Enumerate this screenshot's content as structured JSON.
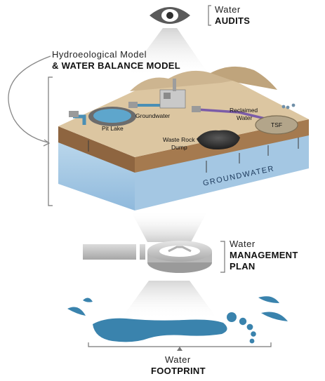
{
  "audits": {
    "line1": "Water",
    "line2": "AUDITS"
  },
  "model": {
    "line1": "Hydroeological Model",
    "line2": "& WATER BALANCE MODEL"
  },
  "site_labels": {
    "pit_lake": "Pit Lake",
    "groundwater_pipe": "Groundwater",
    "reclaimed_1": "Reclaimed",
    "reclaimed_2": "Water",
    "tsf": "TSF",
    "waste_rock_1": "Waste Rock",
    "waste_rock_2": "Dump",
    "groundwater_layer": "GROUNDWATER"
  },
  "management": {
    "line1": "Water",
    "line2": "MANAGEMENT",
    "line3": "PLAN"
  },
  "footprint": {
    "line1": "Water",
    "line2": "FOOTPRINT"
  },
  "colors": {
    "water_blue": "#4a8fb5",
    "footprint_blue": "#3a83ad",
    "soil_top": "#d8c3a0",
    "soil_side": "#9a6f46",
    "groundwater": "#a9cbe5",
    "bracket_gray": "#777777"
  }
}
